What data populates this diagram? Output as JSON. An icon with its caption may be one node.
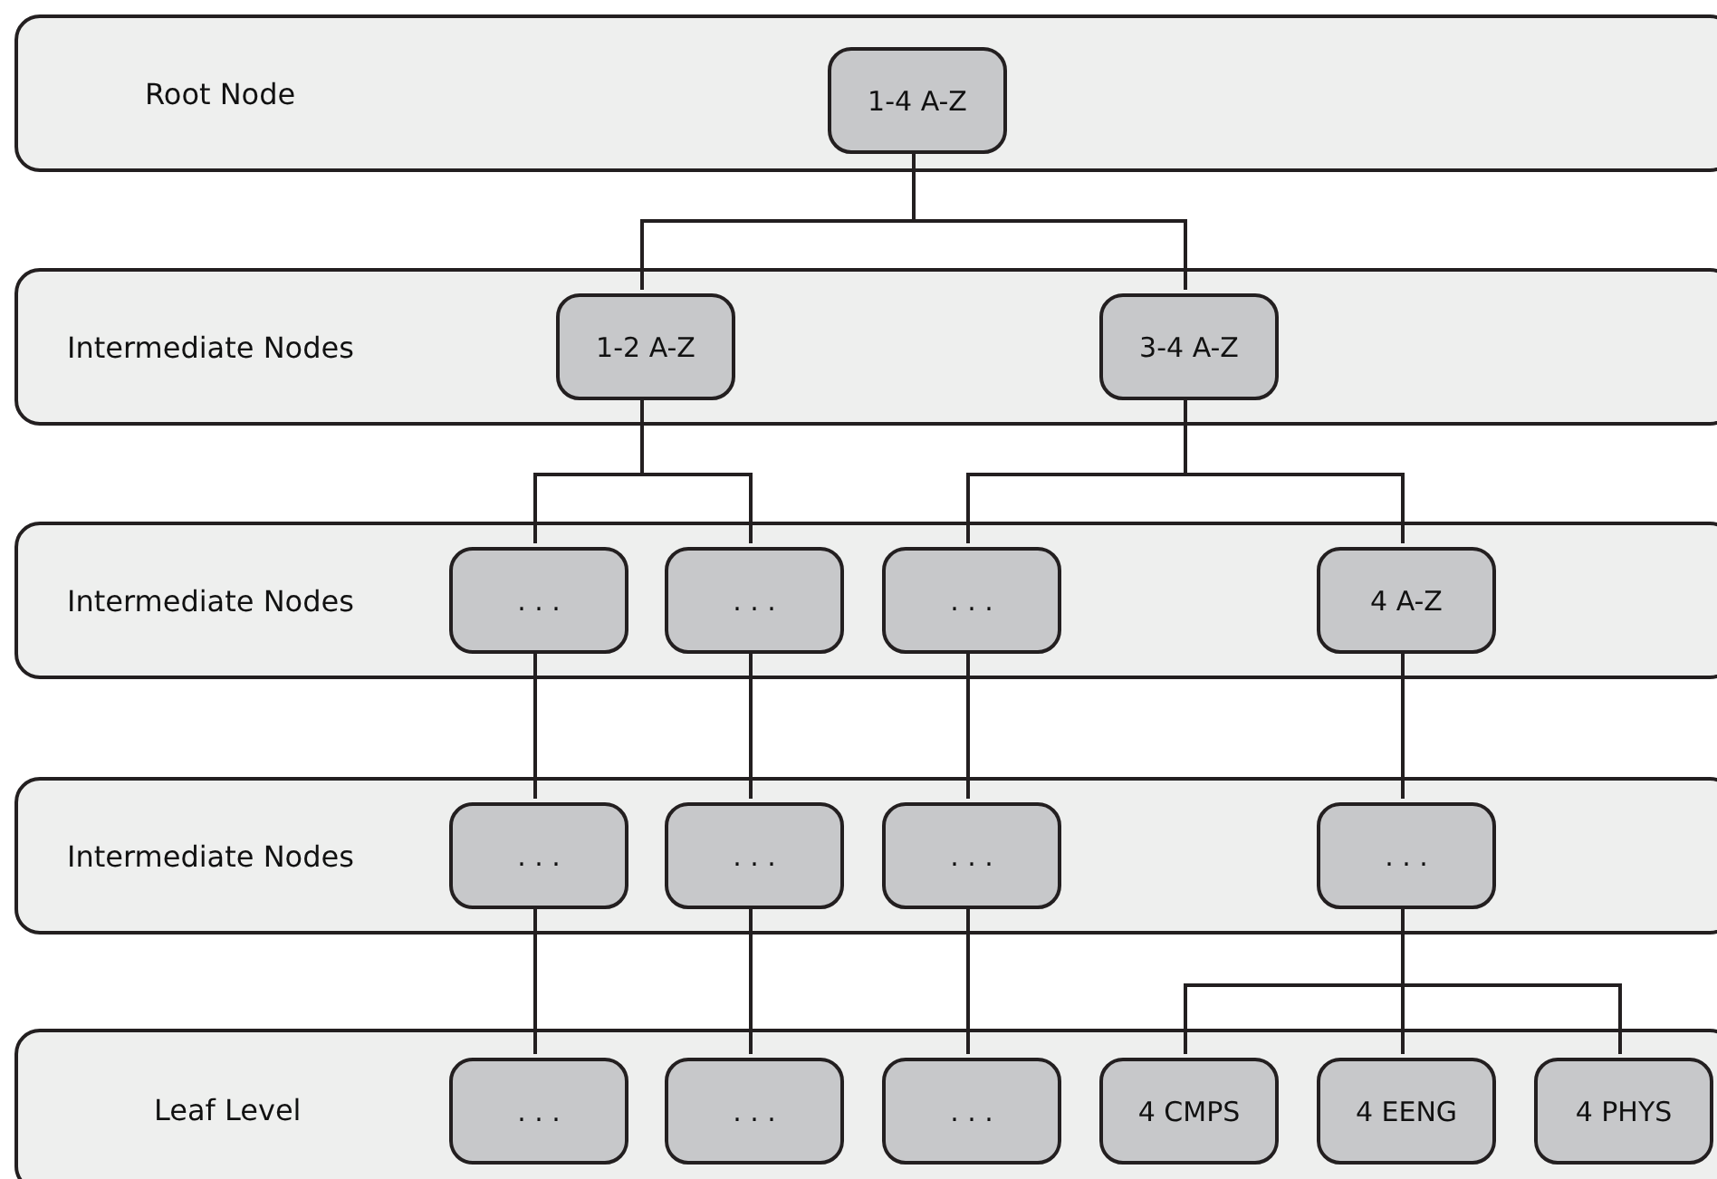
{
  "diagram": {
    "nodes": [
      {
        "text": [
          "Root Node"
        ]
      },
      {
        "text": [
          "1-4 A-Z"
        ],
        "in": 0
      },
      {
        "text": [
          "Intermediate Nodes"
        ]
      },
      {
        "text": [
          "1-2 A-Z"
        ],
        "in": 2
      },
      {
        "text": [
          "3-4 A-Z"
        ],
        "in": 2
      },
      {
        "text": [
          "Intermediate Nodes"
        ]
      },
      {
        "text": [
          ". . ."
        ],
        "in": 5
      },
      {
        "text": [
          ". . ."
        ],
        "in": 5
      },
      {
        "text": [
          ". . ."
        ],
        "in": 5
      },
      {
        "text": [
          "4 A-Z"
        ],
        "in": 5
      },
      {
        "text": [
          "Intermediate Nodes"
        ]
      },
      {
        "text": [
          ". . ."
        ],
        "in": 10
      },
      {
        "text": [
          ". . ."
        ],
        "in": 10
      },
      {
        "text": [
          ". . ."
        ],
        "in": 10
      },
      {
        "text": [
          ". . ."
        ],
        "in": 10
      },
      {
        "text": [
          "Leaf Level"
        ]
      },
      {
        "text": [
          ". . ."
        ],
        "in": 15
      },
      {
        "text": [
          ". . ."
        ],
        "in": 15
      },
      {
        "text": [
          ". . ."
        ],
        "in": 15
      },
      {
        "text": [
          "4 CMPS"
        ],
        "in": 15
      },
      {
        "text": [
          "4 EENG"
        ],
        "in": 15
      },
      {
        "text": [
          "4 PHYS"
        ],
        "in": 15
      }
    ],
    "edges": [
      {
        "from": 1,
        "to": 3,
        "arrow": "none"
      },
      {
        "from": 1,
        "to": 4,
        "arrow": "none"
      },
      {
        "from": 3,
        "to": 6,
        "arrow": "none"
      },
      {
        "from": 3,
        "to": 7,
        "arrow": "none"
      },
      {
        "from": 4,
        "to": 8,
        "arrow": "none"
      },
      {
        "from": 4,
        "to": 9,
        "arrow": "none"
      },
      {
        "from": 6,
        "to": 11,
        "arrow": "none"
      },
      {
        "from": 7,
        "to": 12,
        "arrow": "none"
      },
      {
        "from": 8,
        "to": 13,
        "arrow": "none"
      },
      {
        "from": 9,
        "to": 14,
        "arrow": "none"
      },
      {
        "from": 11,
        "to": 16,
        "arrow": "none"
      },
      {
        "from": 12,
        "to": 17,
        "arrow": "none"
      },
      {
        "from": 13,
        "to": 18,
        "arrow": "none"
      },
      {
        "from": 14,
        "to": 19,
        "arrow": "none"
      },
      {
        "from": 14,
        "to": 20,
        "arrow": "none"
      },
      {
        "from": 14,
        "to": 21,
        "arrow": "none"
      }
    ]
  }
}
